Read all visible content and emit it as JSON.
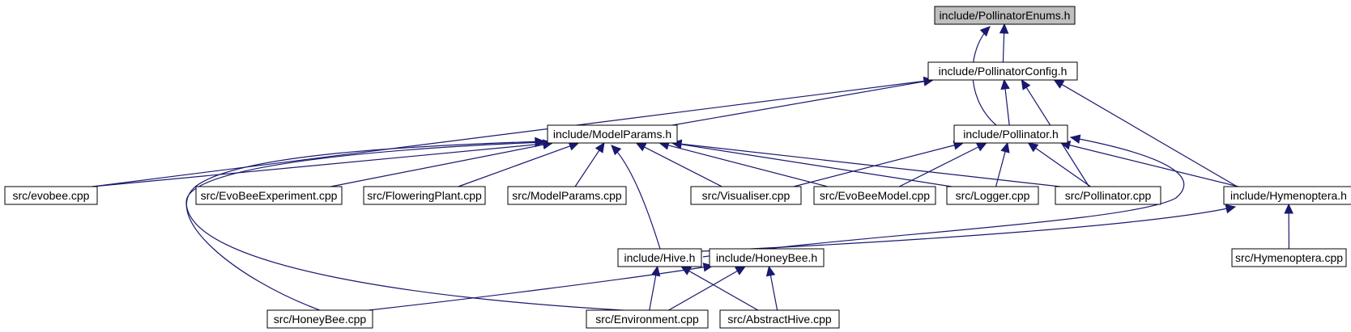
{
  "colors": {
    "edge": "#191970",
    "root_fill": "#bfbfbf",
    "node_fill": "#ffffff",
    "node_border": "#000000"
  },
  "nodes": [
    {
      "id": "pollinator-enums",
      "label": "include/PollinatorEnums.h",
      "root": true
    },
    {
      "id": "pollinator-config",
      "label": "include/PollinatorConfig.h"
    },
    {
      "id": "model-params-h",
      "label": "include/ModelParams.h"
    },
    {
      "id": "pollinator-h",
      "label": "include/Pollinator.h"
    },
    {
      "id": "evobee-cpp",
      "label": "src/evobee.cpp"
    },
    {
      "id": "evobee-experiment-cpp",
      "label": "src/EvoBeeExperiment.cpp"
    },
    {
      "id": "flowering-plant-cpp",
      "label": "src/FloweringPlant.cpp"
    },
    {
      "id": "model-params-cpp",
      "label": "src/ModelParams.cpp"
    },
    {
      "id": "visualiser-cpp",
      "label": "src/Visualiser.cpp"
    },
    {
      "id": "evobee-model-cpp",
      "label": "src/EvoBeeModel.cpp"
    },
    {
      "id": "logger-cpp",
      "label": "src/Logger.cpp"
    },
    {
      "id": "pollinator-cpp",
      "label": "src/Pollinator.cpp"
    },
    {
      "id": "hymenoptera-h",
      "label": "include/Hymenoptera.h"
    },
    {
      "id": "hive-h",
      "label": "include/Hive.h"
    },
    {
      "id": "honeybee-h",
      "label": "include/HoneyBee.h"
    },
    {
      "id": "hymenoptera-cpp",
      "label": "src/Hymenoptera.cpp"
    },
    {
      "id": "honeybee-cpp",
      "label": "src/HoneyBee.cpp"
    },
    {
      "id": "environment-cpp",
      "label": "src/Environment.cpp"
    },
    {
      "id": "abstract-hive-cpp",
      "label": "src/AbstractHive.cpp"
    }
  ],
  "edges": [
    {
      "from": "pollinator-config",
      "to": "pollinator-enums"
    },
    {
      "from": "pollinator-h",
      "to": "pollinator-enums"
    },
    {
      "from": "model-params-h",
      "to": "pollinator-config"
    },
    {
      "from": "evobee-cpp",
      "to": "pollinator-config"
    },
    {
      "from": "pollinator-h",
      "to": "pollinator-config"
    },
    {
      "from": "pollinator-cpp",
      "to": "pollinator-config"
    },
    {
      "from": "hymenoptera-h",
      "to": "pollinator-config"
    },
    {
      "from": "evobee-cpp",
      "to": "model-params-h"
    },
    {
      "from": "evobee-experiment-cpp",
      "to": "model-params-h"
    },
    {
      "from": "flowering-plant-cpp",
      "to": "model-params-h"
    },
    {
      "from": "model-params-cpp",
      "to": "model-params-h"
    },
    {
      "from": "visualiser-cpp",
      "to": "model-params-h"
    },
    {
      "from": "evobee-model-cpp",
      "to": "model-params-h"
    },
    {
      "from": "logger-cpp",
      "to": "model-params-h"
    },
    {
      "from": "pollinator-cpp",
      "to": "model-params-h"
    },
    {
      "from": "hive-h",
      "to": "model-params-h"
    },
    {
      "from": "honeybee-cpp",
      "to": "model-params-h"
    },
    {
      "from": "environment-cpp",
      "to": "model-params-h"
    },
    {
      "from": "visualiser-cpp",
      "to": "pollinator-h"
    },
    {
      "from": "evobee-model-cpp",
      "to": "pollinator-h"
    },
    {
      "from": "logger-cpp",
      "to": "pollinator-h"
    },
    {
      "from": "pollinator-cpp",
      "to": "pollinator-h"
    },
    {
      "from": "hymenoptera-h",
      "to": "pollinator-h"
    },
    {
      "from": "honeybee-h",
      "to": "pollinator-h"
    },
    {
      "from": "hive-h",
      "to": "hymenoptera-h"
    },
    {
      "from": "hymenoptera-cpp",
      "to": "hymenoptera-h"
    },
    {
      "from": "honeybee-cpp",
      "to": "honeybee-h"
    },
    {
      "from": "environment-cpp",
      "to": "honeybee-h"
    },
    {
      "from": "abstract-hive-cpp",
      "to": "honeybee-h"
    },
    {
      "from": "environment-cpp",
      "to": "hive-h"
    },
    {
      "from": "abstract-hive-cpp",
      "to": "hive-h"
    }
  ]
}
